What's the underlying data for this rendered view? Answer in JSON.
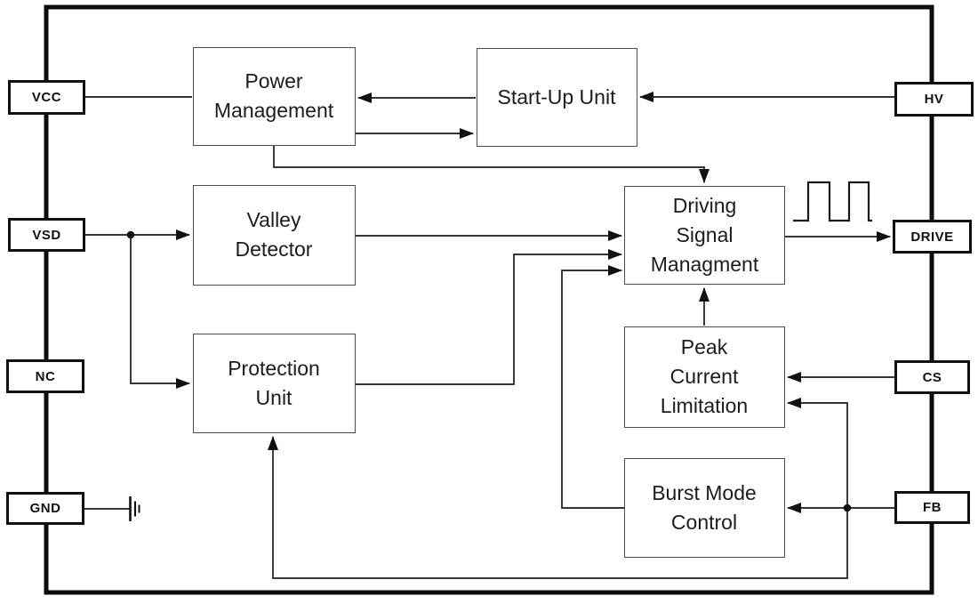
{
  "diagram": {
    "blocks": {
      "power_management": {
        "lines": [
          "Power",
          "Management"
        ]
      },
      "startup_unit": {
        "lines": [
          "Start-Up Unit"
        ]
      },
      "valley_detector": {
        "lines": [
          "Valley",
          "Detector"
        ]
      },
      "driving_signal_managment": {
        "lines": [
          "Driving",
          "Signal",
          "Managment"
        ]
      },
      "protection_unit": {
        "lines": [
          "Protection",
          "Unit"
        ]
      },
      "peak_current_limitation": {
        "lines": [
          "Peak",
          "Current",
          "Limitation"
        ]
      },
      "burst_mode_control": {
        "lines": [
          "Burst Mode",
          "Control"
        ]
      }
    },
    "pins": {
      "left": [
        {
          "label": "VCC"
        },
        {
          "label": "VSD"
        },
        {
          "label": "NC"
        },
        {
          "label": "GND"
        }
      ],
      "right": [
        {
          "label": "HV"
        },
        {
          "label": "DRIVE"
        },
        {
          "label": "CS"
        },
        {
          "label": "FB"
        }
      ]
    },
    "icons": {
      "waveform": "pulse-waveform",
      "ground": "earth-ground"
    },
    "colors": {
      "background": "#ffffff",
      "wire": "#1a1a1a",
      "outer_border": "#0d0d0d",
      "block_border": "#4d4d4d",
      "text": "#1c1c1c"
    }
  }
}
